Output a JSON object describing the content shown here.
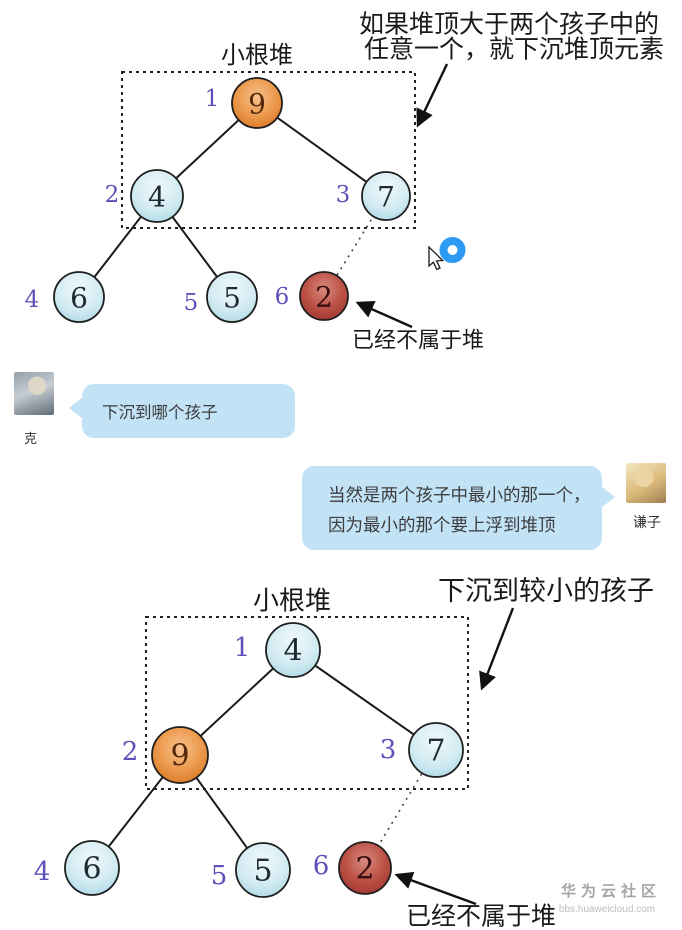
{
  "top_diagram": {
    "annotation": {
      "line1": "如果堆顶大于两个孩子中的",
      "line2": "任意一个，就下沉堆顶元素"
    },
    "title": "小根堆",
    "note": "已经不属于堆",
    "nodes": [
      {
        "index": "1",
        "value": "9",
        "style": "orange"
      },
      {
        "index": "2",
        "value": "4",
        "style": "blue"
      },
      {
        "index": "3",
        "value": "7",
        "style": "blue"
      },
      {
        "index": "4",
        "value": "6",
        "style": "blue"
      },
      {
        "index": "5",
        "value": "5",
        "style": "blue"
      },
      {
        "index": "6",
        "value": "2",
        "style": "red"
      }
    ]
  },
  "chat": {
    "left": {
      "name": "克",
      "message": "下沉到哪个孩子"
    },
    "right": {
      "name": "谦子",
      "line1": "当然是两个孩子中最小的那一个，",
      "line2": "因为最小的那个要上浮到堆顶"
    }
  },
  "bottom_diagram": {
    "annotation": "下沉到较小的孩子",
    "title": "小根堆",
    "note": "已经不属于堆",
    "nodes": [
      {
        "index": "1",
        "value": "4",
        "style": "blue"
      },
      {
        "index": "2",
        "value": "9",
        "style": "orange"
      },
      {
        "index": "3",
        "value": "7",
        "style": "blue"
      },
      {
        "index": "4",
        "value": "6",
        "style": "blue"
      },
      {
        "index": "5",
        "value": "5",
        "style": "blue"
      },
      {
        "index": "6",
        "value": "2",
        "style": "red"
      }
    ]
  },
  "watermark": {
    "name": "华为云社区",
    "url": "bbs.huaweicloud.com"
  },
  "icons": {
    "cursor": "arrow-cursor-icon",
    "click_indicator": "blue-ring-click-indicator-icon"
  },
  "colors": {
    "node_orange": "#e8883a",
    "node_blue": "#cde9f1",
    "node_red": "#b2463f",
    "index_label": "#5b51b8",
    "chat_bubble": "#c2e2f6",
    "click_ring": "#2d9bf3",
    "watermark": "#a6a6a6"
  }
}
